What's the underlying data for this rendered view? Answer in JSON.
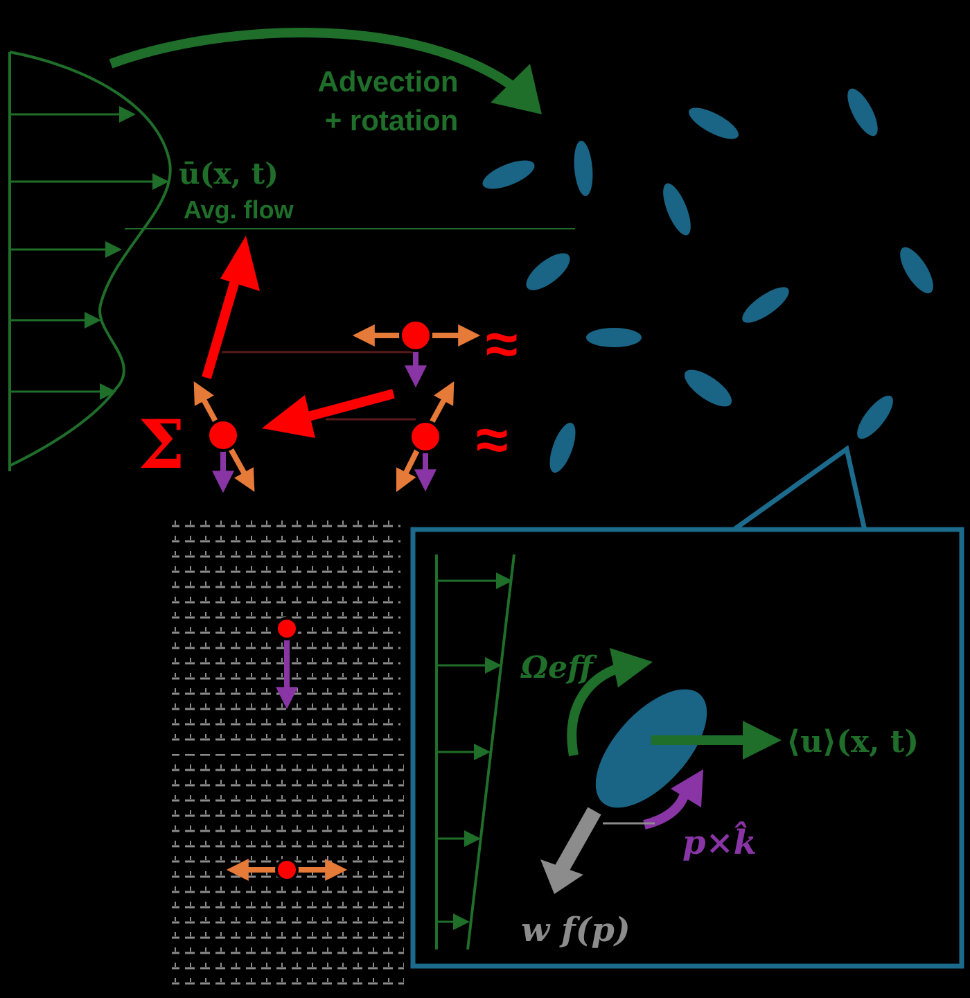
{
  "labels": {
    "advection_line1": "Advection",
    "advection_line2": "+ rotation",
    "mean_velocity": "ū(x, t)",
    "avg_flow": "Avg. flow",
    "sum_symbol": "Σ",
    "approx_top": "≈",
    "approx_bottom": "≈",
    "omega_eff": "Ωeff",
    "inset_velocity": "⟨u⟩(x, t)",
    "swim_torque": "p×k̂",
    "gravity_force": "w f(p)"
  },
  "colors": {
    "background": "#000000",
    "flow_green": "#1f6e2a",
    "particle_blue": "#1a6585",
    "inset_border": "#1c6a8c",
    "force_red": "#ff0000",
    "stresslet_orange": "#e67a38",
    "swim_purple": "#8a35a6",
    "field_gray": "#8c8c8c"
  }
}
